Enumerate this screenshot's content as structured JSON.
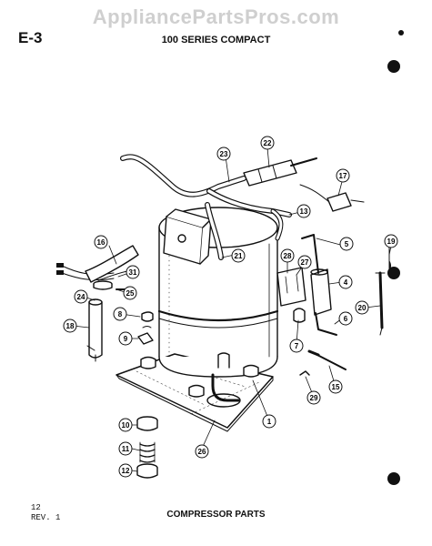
{
  "header": {
    "watermark": "AppliancePartsPros.com",
    "section_code": "E-3",
    "series_title": "100 SERIES COMPACT"
  },
  "footer": {
    "title": "COMPRESSOR PARTS",
    "page_number": "12",
    "revision": "REV. 1"
  },
  "callouts": {
    "c1": "1",
    "c4": "4",
    "c5": "5",
    "c6": "6",
    "c7": "7",
    "c8": "8",
    "c9": "9",
    "c10": "10",
    "c11": "11",
    "c12": "12",
    "c13": "13",
    "c15": "15",
    "c16": "16",
    "c17": "17",
    "c18": "18",
    "c19": "19",
    "c20": "20",
    "c21": "21",
    "c22": "22",
    "c23": "23",
    "c24": "24",
    "c25": "25",
    "c26": "26",
    "c27": "27",
    "c28": "28",
    "c29": "29",
    "c31": "31"
  },
  "colors": {
    "ink": "#111111",
    "watermark": "#cfcfcf",
    "paper": "#ffffff"
  }
}
